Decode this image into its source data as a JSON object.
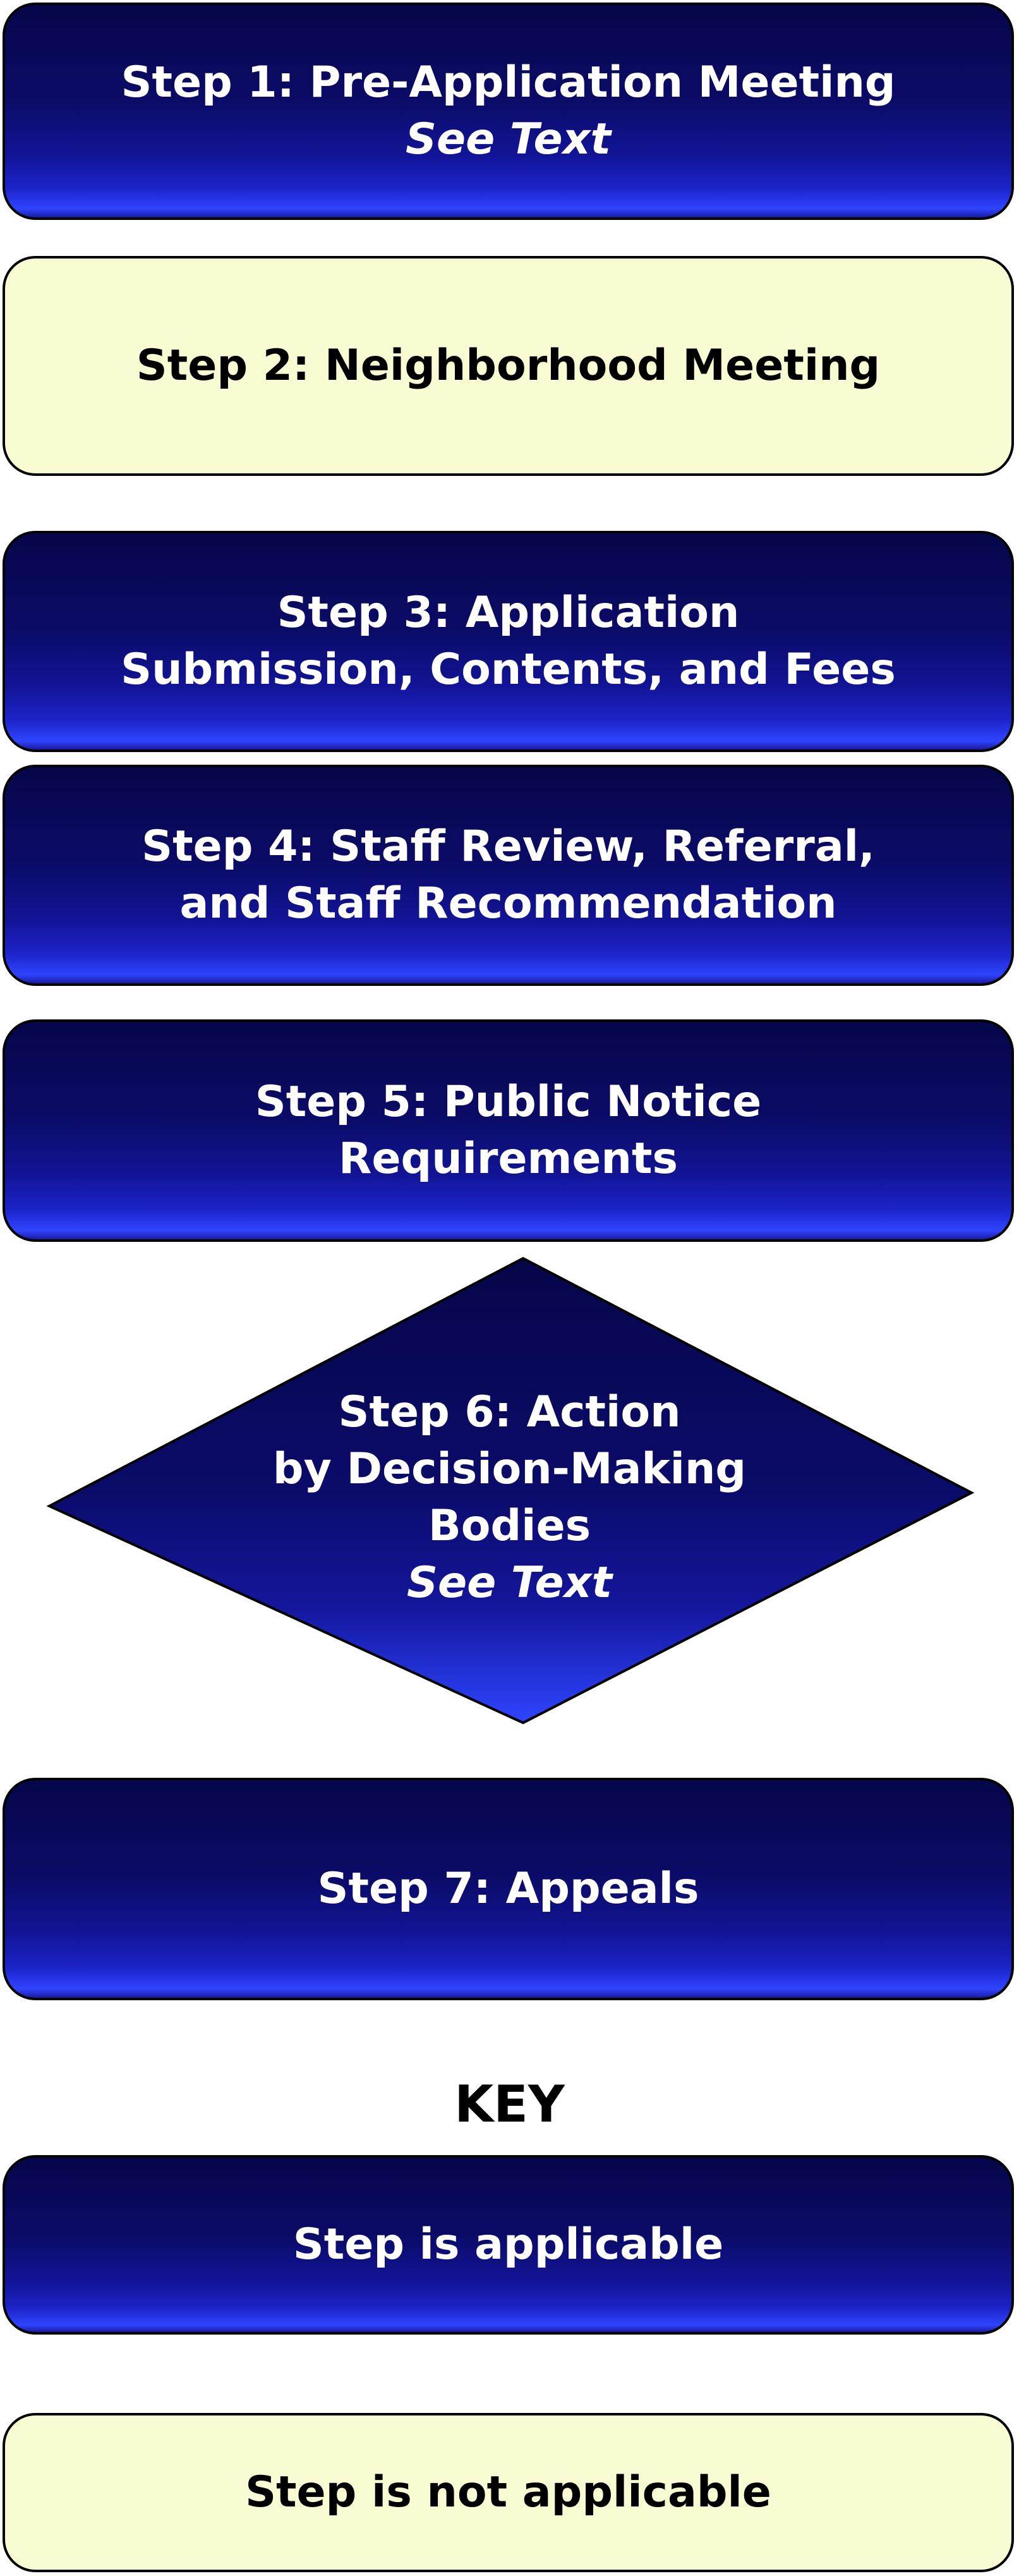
{
  "steps": [
    {
      "lines": [
        "Step 1: Pre-Application Meeting"
      ],
      "note": "See Text",
      "status": "applicable"
    },
    {
      "lines": [
        "Step 2: Neighborhood Meeting"
      ],
      "status": "not-applicable"
    },
    {
      "lines": [
        "Step 3: Application",
        "Submission, Contents, and Fees"
      ],
      "status": "applicable"
    },
    {
      "lines": [
        "Step 4: Staff Review, Referral,",
        "and Staff Recommendation"
      ],
      "status": "applicable"
    },
    {
      "lines": [
        "Step 5: Public Notice",
        "Requirements"
      ],
      "status": "applicable"
    },
    {
      "lines": [
        "Step 6: Action",
        "by Decision-Making",
        "Bodies"
      ],
      "note": "See Text",
      "status": "applicable",
      "shape": "diamond"
    },
    {
      "lines": [
        "Step 7: Appeals"
      ],
      "status": "applicable"
    }
  ],
  "key": {
    "title": "KEY",
    "applicable_label": "Step is applicable",
    "not_applicable_label": "Step is not applicable"
  },
  "colors": {
    "applicable_dark": "#06064a",
    "applicable_light": "#2f44ff",
    "not_applicable_fill": "#f9fbd3",
    "border": "#000000"
  }
}
